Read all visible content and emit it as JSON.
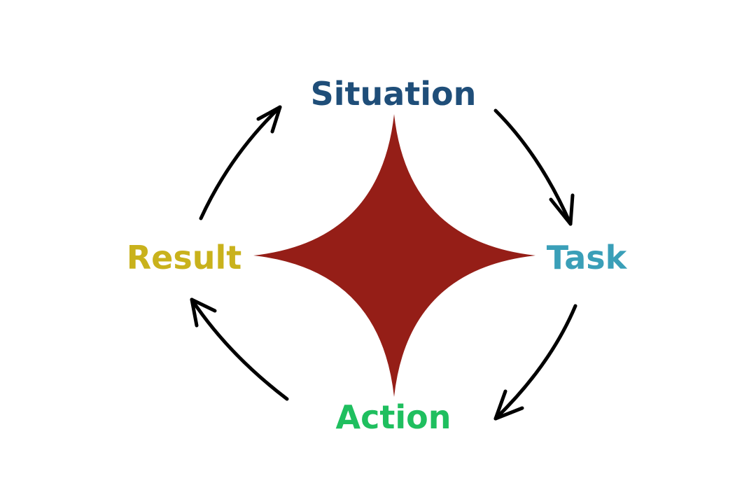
{
  "diagram": {
    "labels": {
      "situation": "Situation",
      "task": "Task",
      "action": "Action",
      "result": "Result"
    },
    "colors": {
      "situation": "#1f4e79",
      "task": "#3a9fb8",
      "action": "#1fbf5f",
      "result": "#c9b21c",
      "star": "#951e17",
      "arrows": "#000000",
      "background": "#ffffff"
    },
    "shapes": {
      "center": "four-point-star",
      "connectors": "clockwise-curved-arrows"
    }
  }
}
